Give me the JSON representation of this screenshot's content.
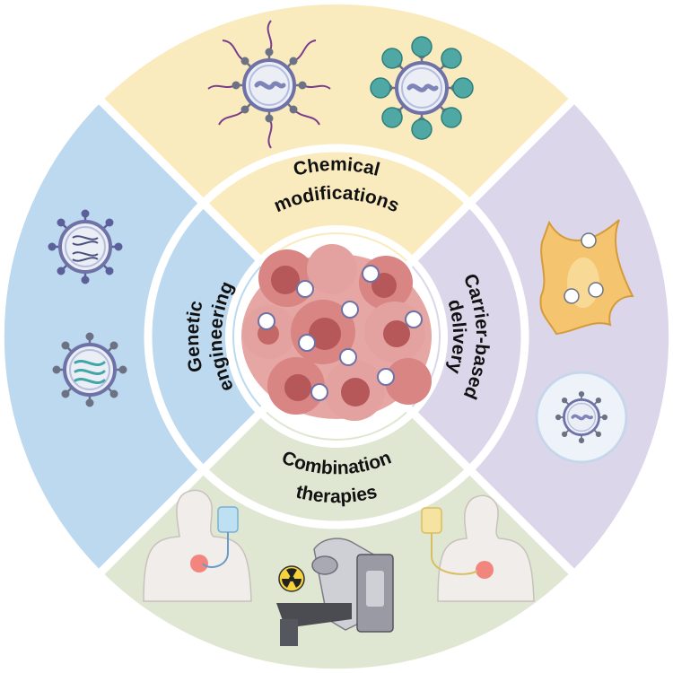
{
  "colors": {
    "top": "#FAEBBE",
    "right": "#DCD6EA",
    "bottom": "#DFE7D2",
    "left": "#BCD9EF",
    "divider": "#ffffff",
    "virus_shell": "#ECEEF5",
    "virus_border": "#6F72A6",
    "virus_core": "#B4BEE0",
    "spike": "#6C7284",
    "tumor_base": "#E6A6A3",
    "tumor_dark": "#B6575A",
    "tumor_mid": "#D88584",
    "cell": "#F4C56E"
  },
  "labels": {
    "top": [
      "Chemical",
      "modifications"
    ],
    "right": [
      "Carrier-based",
      "delivery"
    ],
    "bottom": [
      "Combination",
      "therapies"
    ],
    "left": [
      "Genetic",
      "engineering"
    ]
  },
  "icons": {
    "polymer_virus": "virus-with-polymer-chains-icon",
    "protein_virus": "virus-with-protein-coat-icon",
    "carrier_cell": "carrier-cell-icon",
    "encapsulated_virus": "liposome-encapsulated-virus-icon",
    "dna_virus_a": "engineered-virus-dna-icon",
    "dna_virus_b": "engineered-virus-dna-icon",
    "patient_a": "patient-iv-drip-icon",
    "patient_b": "patient-iv-drip-icon",
    "radiation": "radiation-icon",
    "radiotherapy": "radiotherapy-machine-icon",
    "tumor": "tumor-infected-by-virus-icon"
  }
}
